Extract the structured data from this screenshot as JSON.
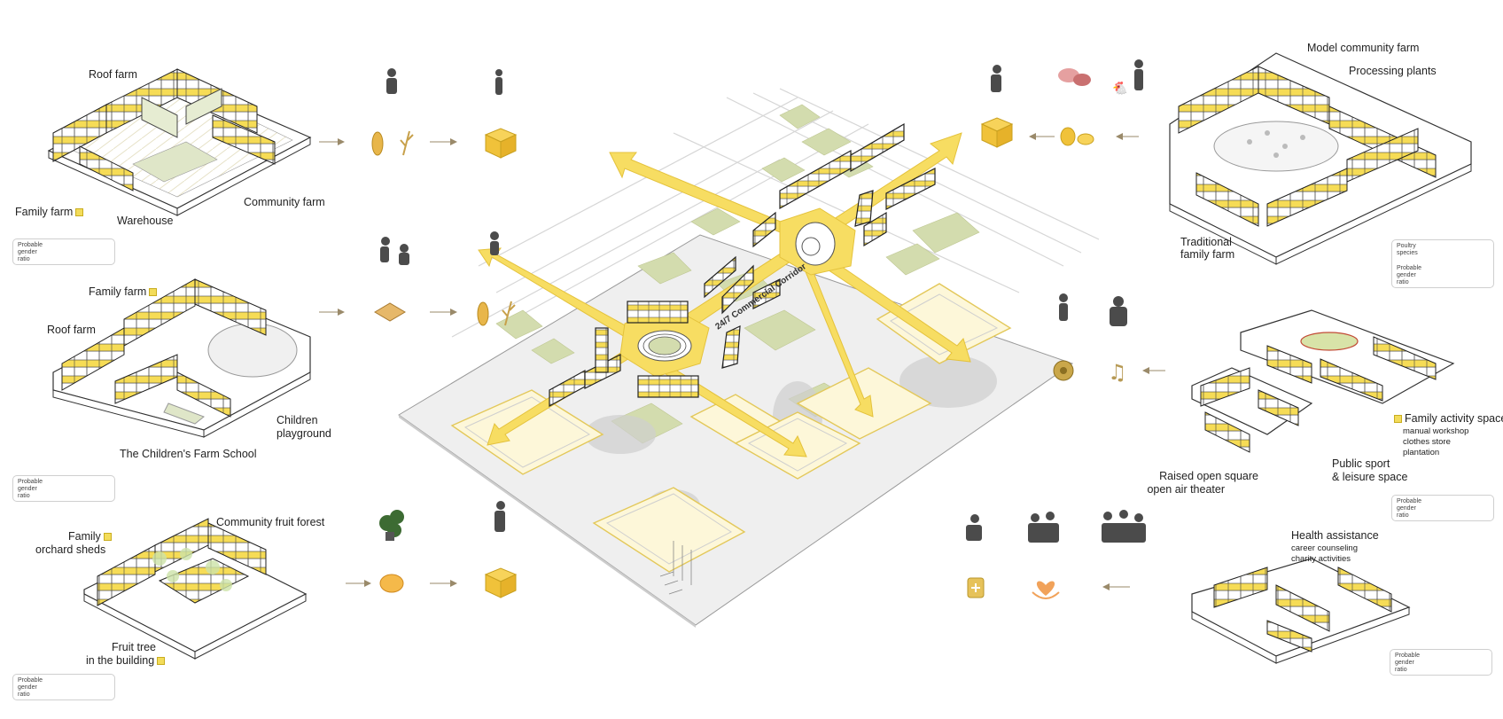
{
  "left_panels": {
    "roof_farm_1": "Roof farm",
    "family_farm_1": "Family farm",
    "warehouse": "Warehouse",
    "community_farm": "Community farm",
    "family_farm_2": "Family farm",
    "roof_farm_2": "Roof farm",
    "children_playground_1": "Children",
    "children_playground_2": "playground",
    "childrens_farm_school": "The Children's Farm School",
    "community_fruit_forest": "Community fruit forest",
    "family_orchard_1": "Family",
    "family_orchard_2": "orchard sheds",
    "fruit_tree_1": "Fruit tree",
    "fruit_tree_2": "in the building"
  },
  "right_panels": {
    "model_community_farm": "Model community farm",
    "processing_plants": "Processing plants",
    "traditional_1": "Traditional",
    "traditional_2": "family farm",
    "family_activity": "Family activity space",
    "manual_workshop": "manual workshop",
    "clothes_store": "clothes store",
    "plantation": "plantation",
    "public_sport_1": "Public sport",
    "public_sport_2": "& leisure space",
    "raised_square_1": "Raised open square",
    "raised_square_2": "open air theater",
    "health_assistance": "Health assistance",
    "career_counseling": "career counseling",
    "charity_activities": "charity activities"
  },
  "legend": {
    "probable_gender_ratio": "Probable gender ratio",
    "poultry_species": "Poultry species"
  },
  "center": {
    "corridor_label": "24/7 Commercial Corridor"
  },
  "icons": [
    "farmer-icon",
    "child-icon",
    "corn-icon",
    "wheat-icon",
    "box-icon",
    "sandbox-icon",
    "plant-icon",
    "fruit-icon",
    "egg-icon",
    "meat-icon",
    "hen-icon",
    "music-icon",
    "medical-icon",
    "heart-hands-icon",
    "soccer-ball-icon",
    "people-icon"
  ],
  "colors": {
    "accent_yellow": "#f6d84a",
    "corridor_yellow": "#f7dd62",
    "green_block": "#d3dcae",
    "ground_gray": "#ececec",
    "arrow_brown": "#9a8a6a"
  }
}
